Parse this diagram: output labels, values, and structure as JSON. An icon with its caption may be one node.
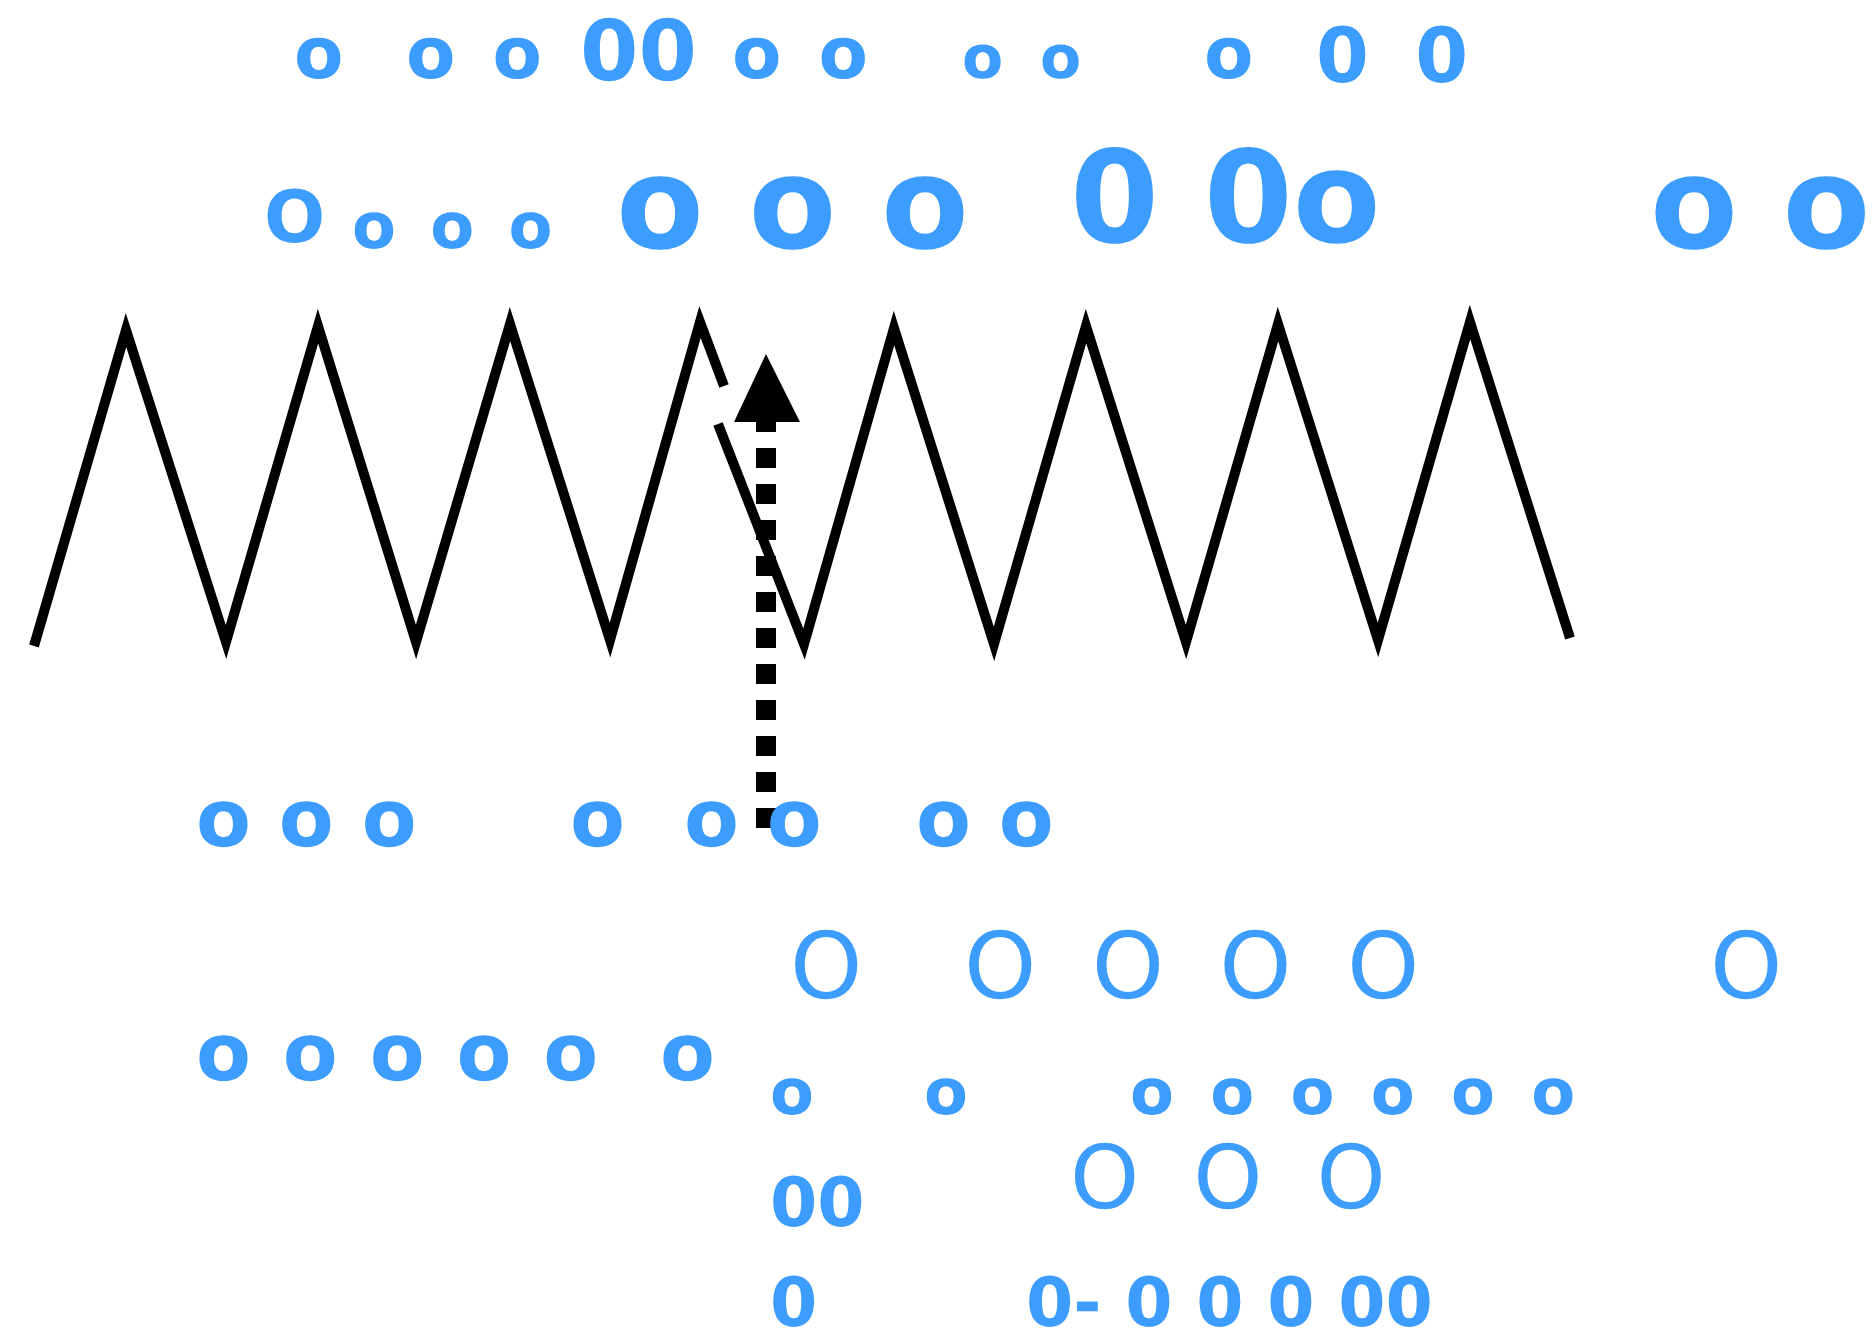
{
  "diagram": {
    "labels": [
      "o",
      "o o",
      "00",
      "o o",
      "o o",
      "o",
      "0 0",
      "O",
      "o o o",
      "o o o",
      "0 0o",
      "o o",
      "o o o",
      "o",
      "o o",
      "o o",
      "O",
      "O O O O",
      "O",
      "o o o o o",
      "o",
      "o",
      "o",
      "o o o o o o",
      "00",
      "O O O",
      "0",
      "0- 0 0 0 00"
    ]
  }
}
